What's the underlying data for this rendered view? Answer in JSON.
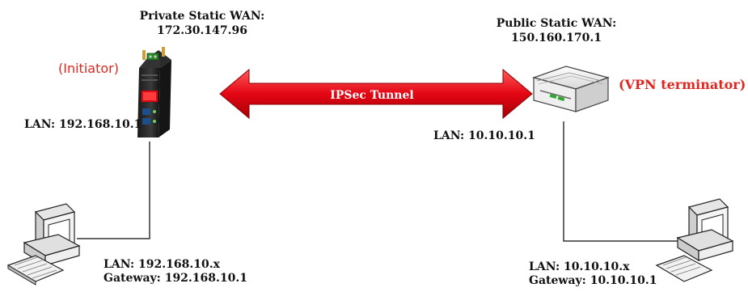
{
  "colors": {
    "tunnel": "#e30613",
    "role_text": "#e0261f",
    "text": "#111111",
    "line": "#333333"
  },
  "tunnel": {
    "label": "IPSec Tunnel"
  },
  "left_site": {
    "wan_title": "Private Static WAN:",
    "wan_ip": "172.30.147.96",
    "role": "(Initiator)",
    "router_lan": "LAN: 192.168.10.1",
    "pc_lan": "LAN: 192.168.10.x",
    "pc_gateway": "Gateway: 192.168.10.1",
    "router_icon": "industrial-router-icon",
    "pc_icon": "desktop-computer-icon"
  },
  "right_site": {
    "wan_title": "Public Static WAN:",
    "wan_ip": "150.160.170.1",
    "role": "(VPN terminator)",
    "router_lan": "LAN: 10.10.10.1",
    "pc_lan": "LAN: 10.10.10.x",
    "pc_gateway": "Gateway: 10.10.10.1",
    "router_icon": "vpn-router-icon",
    "pc_icon": "desktop-computer-icon"
  }
}
